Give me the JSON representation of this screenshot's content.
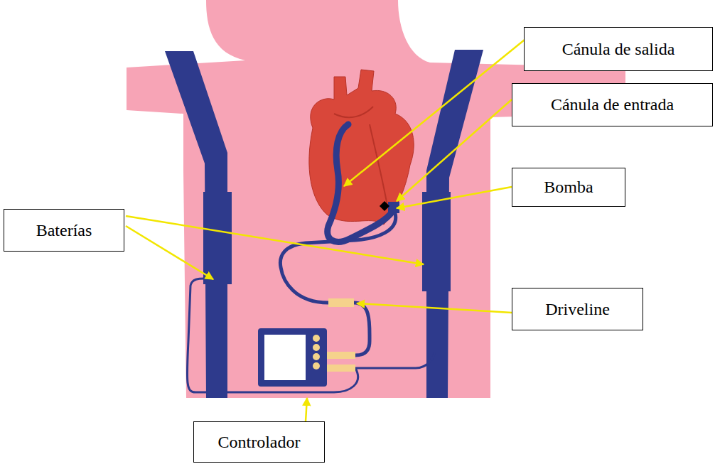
{
  "diagram": {
    "nodes": [
      {
        "text": [
          "Cánula de salida"
        ]
      },
      {
        "text": [
          "Cánula de entrada"
        ]
      },
      {
        "text": [
          "Bomba"
        ]
      },
      {
        "text": [
          "Baterías"
        ]
      },
      {
        "text": [
          "Driveline"
        ]
      },
      {
        "text": [
          "Controlador"
        ]
      }
    ]
  }
}
